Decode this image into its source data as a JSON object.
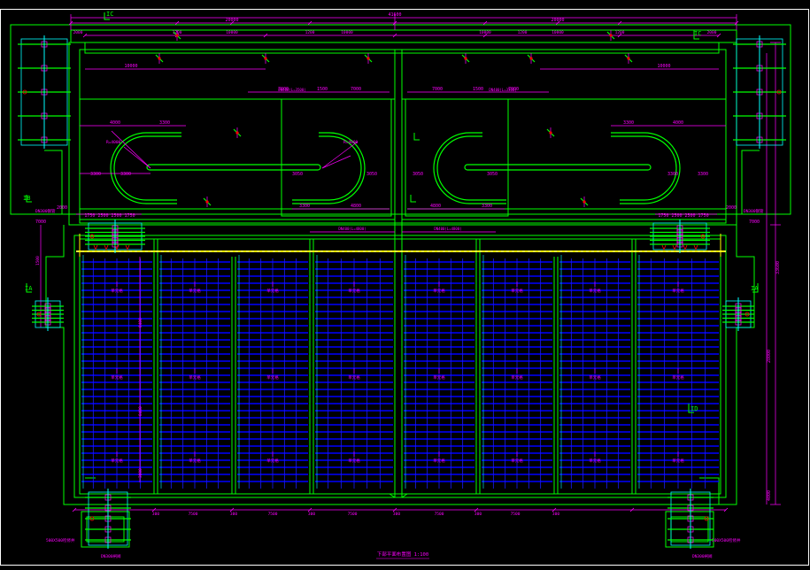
{
  "colors": {
    "background": "#000000",
    "frame": "#ffffff",
    "wall": "#00ff00",
    "dimension": "#ff00ff",
    "pipe": "#0000ff",
    "pipe_dark": "#1a1aff",
    "accent": "#ffff00",
    "red": "#ff0000",
    "cyan": "#00ffff"
  },
  "title": "下部平面布置图 1:100",
  "overall": {
    "total_width": "41600",
    "half_left": "20000",
    "half_right": "20000",
    "total_height": "33600",
    "right_height": "28000",
    "bottom_right": "4000"
  },
  "section_marks": {
    "ic_top": "IC",
    "ic_right": "IC",
    "ib": "IB",
    "ia_left": "IA",
    "ia_right": "IA",
    "id": "ID"
  },
  "top_dims": [
    "2000",
    "1200",
    "10000",
    "1200",
    "10000",
    "10000",
    "1200",
    "10000",
    "1200",
    "2000"
  ],
  "upper_dims": {
    "left_chain": [
      "7000",
      "1500",
      "7000"
    ],
    "right_chain": [
      "7000",
      "1500",
      "7000"
    ],
    "curve_a": "3300",
    "curve_b": "4000",
    "curve_c": "3300",
    "curve_d": "3050",
    "curve_e": "3300",
    "curve_f": "4800",
    "curve_g": "3300",
    "curve_h": "3050",
    "r_left": "R=4000",
    "r_right": "R=4000",
    "pipe_label_left": "DN400(L=3500)",
    "pipe_label_right": "DN400(L=3500)",
    "mid_label_left": "DN400(L=4800)",
    "mid_label_right": "DN400(L=4800)"
  },
  "side_dims": {
    "left_a": "7000",
    "left_b": "2000",
    "right_a": "7000",
    "right_b": "2000",
    "pipe_left": "DN300钢管",
    "pipe_right": "DN300钢管",
    "sub_left": "1750 2500 2500 1750",
    "sub_right": "1750 2500 2500 1750",
    "v1": "8400",
    "v2": "8400",
    "v3": "3000",
    "v4": "1500"
  },
  "bottom_dims": [
    "300",
    "7500",
    "300",
    "7500",
    "300",
    "7500",
    "300",
    "7500",
    "300",
    "7500",
    "300"
  ],
  "cell_label": "单元格",
  "bottom_labels": {
    "left_box": "500X500检修井",
    "right_box": "500X500检修井",
    "left_sub": "DN300闸阀",
    "right_sub": "DN300闸阀"
  }
}
